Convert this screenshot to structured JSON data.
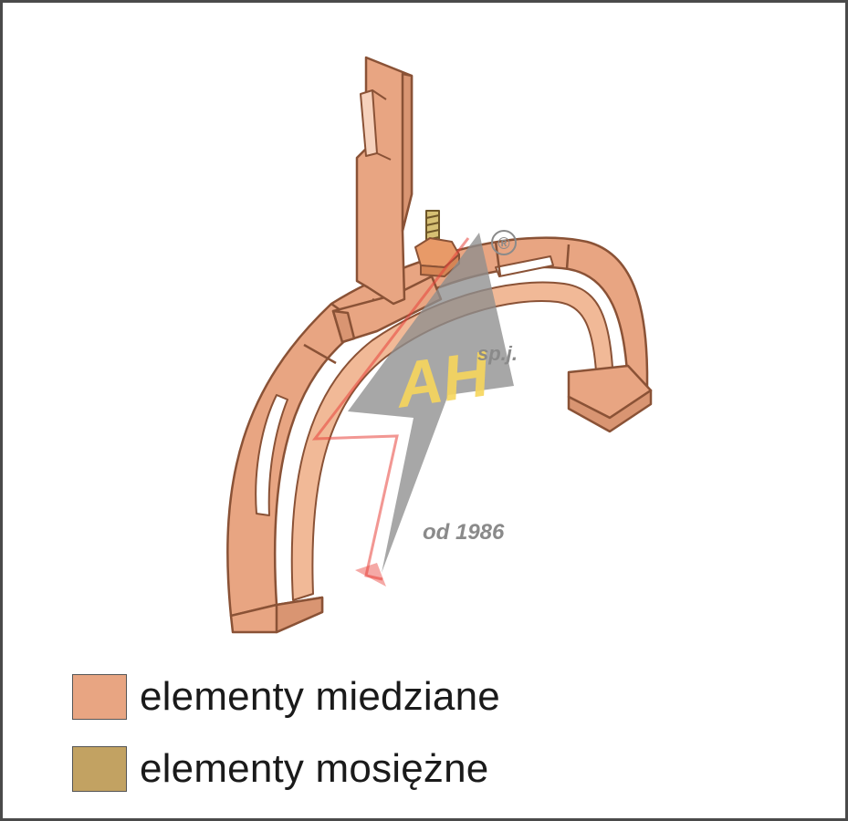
{
  "legend": {
    "copper": {
      "label": "elementy miedziane",
      "color": "#e8a582"
    },
    "brass": {
      "label": "elementy mosiężne",
      "color": "#c2a262"
    }
  },
  "watermark": {
    "suffix": "sp.j.",
    "since": "od 1986",
    "registered": "®"
  },
  "colors": {
    "copper_fill": "#e8a582",
    "copper_outline": "#8a5236",
    "brass_fill": "#c2a262",
    "bolt_fill": "#d6c074"
  }
}
